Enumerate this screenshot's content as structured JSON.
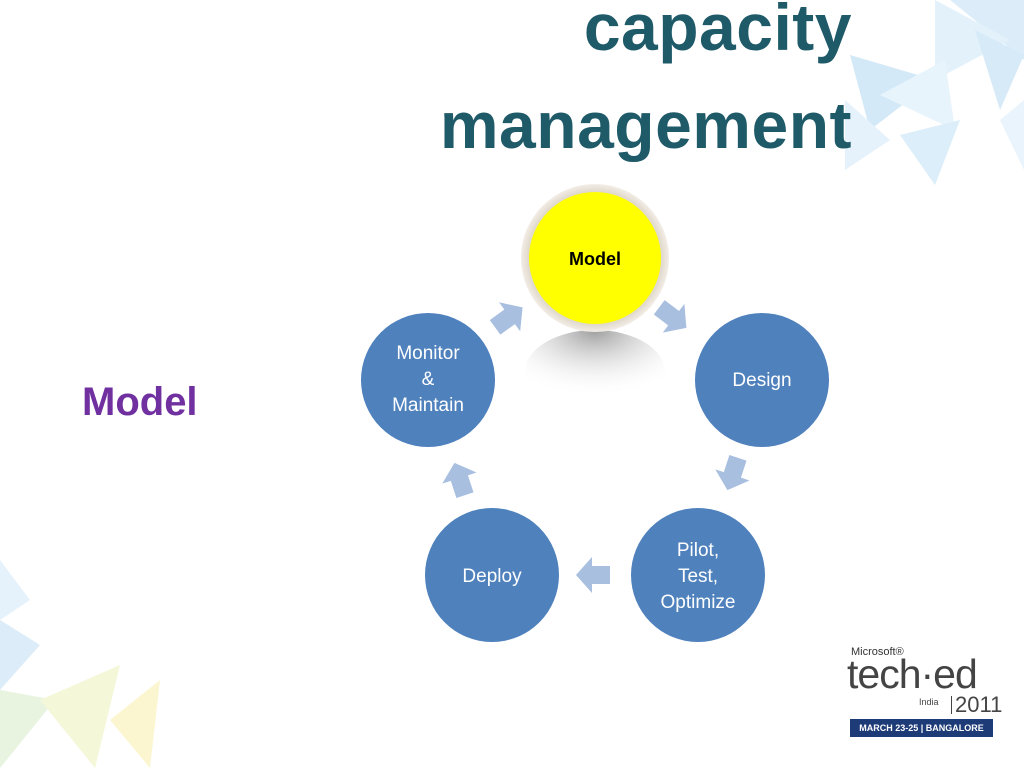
{
  "title": {
    "line1": "capacity",
    "line2": "management"
  },
  "side_label": "Model",
  "cycle": {
    "highlight_color": "#ffff00",
    "node_color": "#4f81bd",
    "arrow_color": "#a9bfe0",
    "nodes": [
      {
        "id": "model",
        "lines": [
          "Model"
        ],
        "highlighted": true
      },
      {
        "id": "design",
        "lines": [
          "Design"
        ]
      },
      {
        "id": "pilot-test-optimize",
        "lines": [
          "Pilot,",
          "Test,",
          "Optimize"
        ]
      },
      {
        "id": "deploy",
        "lines": [
          "Deploy"
        ]
      },
      {
        "id": "monitor-maintain",
        "lines": [
          "Monitor",
          "&",
          "Maintain"
        ]
      }
    ]
  },
  "logo": {
    "brand": "Microsoft®",
    "name": "tech·ed",
    "region": "India",
    "year": "2011",
    "banner": "MARCH 23-25  |  BANGALORE"
  },
  "colors": {
    "title": "#1f5a69",
    "side_label": "#7030a0",
    "decor_triangles": "#d6eaf8"
  }
}
